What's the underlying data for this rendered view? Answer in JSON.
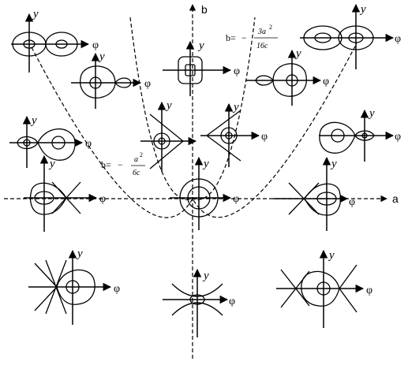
{
  "main_axes": {
    "horizontal_label": "a",
    "vertical_label": "b"
  },
  "curves": {
    "upper": {
      "prefix": "b=",
      "sign": "−",
      "numerator": "3a",
      "exponent": "2",
      "denominator": "16c"
    },
    "lower": {
      "prefix": "b=",
      "sign": "−",
      "numerator": "a",
      "exponent": "2",
      "denominator": "6c"
    }
  },
  "phase_portrait": {
    "x_label": "φ",
    "y_label": "y"
  },
  "portraits": [
    {
      "name": "top-left"
    },
    {
      "name": "upper-left"
    },
    {
      "name": "top-center"
    },
    {
      "name": "upper-right"
    },
    {
      "name": "top-right"
    },
    {
      "name": "mid-left"
    },
    {
      "name": "inner-left"
    },
    {
      "name": "inner-right"
    },
    {
      "name": "mid-right"
    },
    {
      "name": "axis-left"
    },
    {
      "name": "origin"
    },
    {
      "name": "axis-right"
    },
    {
      "name": "bottom-left"
    },
    {
      "name": "bottom-center"
    },
    {
      "name": "bottom-right"
    }
  ]
}
